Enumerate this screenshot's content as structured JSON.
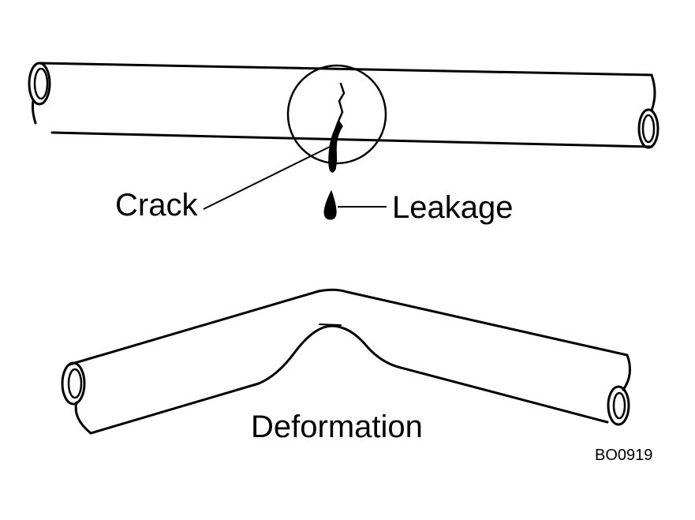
{
  "labels": {
    "crack": "Crack",
    "leakage": "Leakage",
    "deformation": "Deformation",
    "figure_code": "BO0919"
  },
  "colors": {
    "ink": "#000000",
    "paper": "#ffffff"
  }
}
